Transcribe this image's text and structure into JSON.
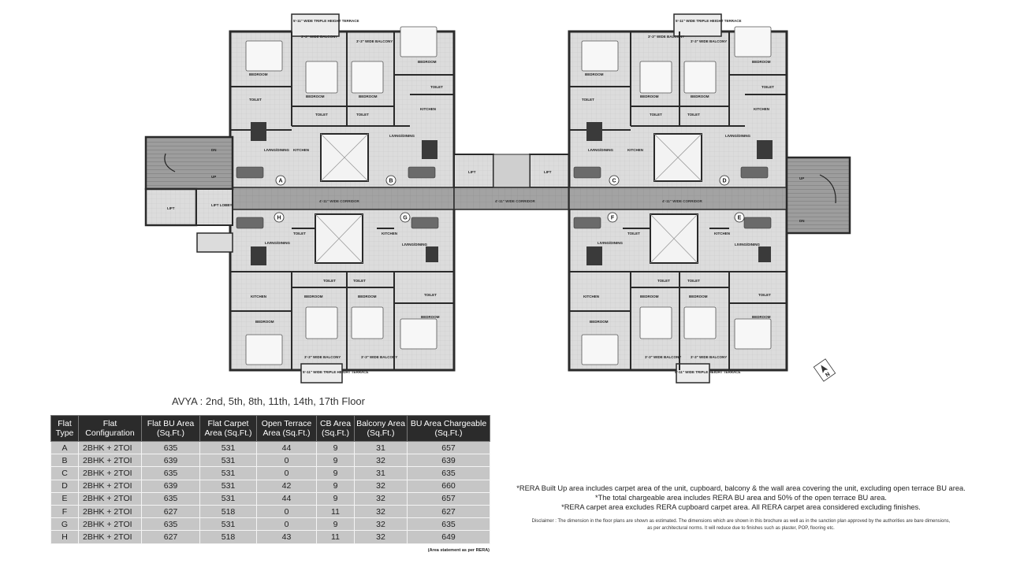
{
  "plan": {
    "corridor_left": "4'-11\" WIDE CORRIDOR",
    "corridor_center": "4'-11\" WIDE CORRIDOR",
    "corridor_right": "4'-11\" WIDE CORRIDOR",
    "lift": "LIFT",
    "lift_lobby": "LIFT LOBBY",
    "dn": "DN",
    "up": "UP",
    "terrace": "5'-11\" WIDE TRIPLE HEIGHT TERRACE",
    "balcony": "3'-3\" WIDE BALCONY",
    "bedroom": "BEDROOM",
    "toilet": "TOILET",
    "kitchen": "KITCHEN",
    "living": "LIVING/DINING",
    "units_top": [
      "A",
      "B",
      "C",
      "D"
    ],
    "units_bottom": [
      "H",
      "G",
      "F",
      "E"
    ],
    "north": "N"
  },
  "title": "AVYA : 2nd, 5th, 8th, 11th, 14th, 17th Floor",
  "table": {
    "headers": [
      "Flat Type",
      "Flat Configuration",
      "Flat BU Area (Sq.Ft.)",
      "Flat Carpet Area (Sq.Ft.)",
      "Open Terrace Area (Sq.Ft.)",
      "CB Area (Sq.Ft.)",
      "Balcony Area (Sq.Ft.)",
      "BU Area Chargeable (Sq.Ft.)"
    ],
    "rows": [
      [
        "A",
        "2BHK + 2TOI",
        "635",
        "531",
        "44",
        "9",
        "31",
        "657"
      ],
      [
        "B",
        "2BHK + 2TOI",
        "639",
        "531",
        "0",
        "9",
        "32",
        "639"
      ],
      [
        "C",
        "2BHK + 2TOI",
        "635",
        "531",
        "0",
        "9",
        "31",
        "635"
      ],
      [
        "D",
        "2BHK + 2TOI",
        "639",
        "531",
        "42",
        "9",
        "32",
        "660"
      ],
      [
        "E",
        "2BHK + 2TOI",
        "635",
        "531",
        "44",
        "9",
        "32",
        "657"
      ],
      [
        "F",
        "2BHK + 2TOI",
        "627",
        "518",
        "0",
        "11",
        "32",
        "627"
      ],
      [
        "G",
        "2BHK + 2TOI",
        "635",
        "531",
        "0",
        "9",
        "32",
        "635"
      ],
      [
        "H",
        "2BHK + 2TOI",
        "627",
        "518",
        "43",
        "11",
        "32",
        "649"
      ]
    ],
    "footnote": "(Area statement as per RERA)"
  },
  "notes": [
    "*RERA Built Up area includes carpet area of the unit, cupboard, balcony & the wall area covering the unit, excluding open terrace BU area.",
    "*The total chargeable area includes RERA BU area and 50% of the open terrace BU area.",
    "*RERA carpet area excludes RERA cupboard carpet area. All RERA carpet area considered excluding finishes."
  ],
  "disclaimer": {
    "line1": "Disclaimer : The dimension in the floor plans are shown as estimated. The dimensions which are shown in this brochure as well as in the sanction plan approved by the authorities are bare dimensions,",
    "line2": "as per architectural norms. It will reduce due to finishes such as plaster, POP, flooring etc."
  },
  "colors": {
    "wall": "#2a2a2a",
    "floor": "#d9d9d9",
    "corridor": "#9a9a9a",
    "table_header": "#2b2b2b",
    "table_cell": "#c6c6c6"
  }
}
